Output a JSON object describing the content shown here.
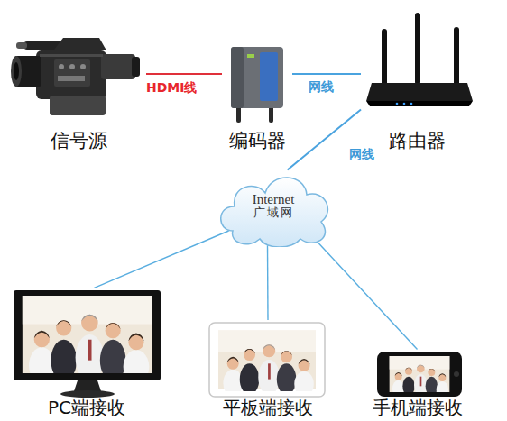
{
  "diagram": {
    "nodes": [
      {
        "text": [
          "信号源"
        ]
      },
      {
        "text": [
          "编码器"
        ]
      },
      {
        "text": [
          "路由器"
        ]
      },
      {
        "text": [
          "Internet",
          "广域网"
        ]
      },
      {
        "text": [
          "PC端接收"
        ]
      },
      {
        "text": [
          "平板端接收"
        ]
      },
      {
        "text": [
          "手机端接收"
        ]
      }
    ],
    "edges": [
      {
        "from": 0,
        "to": 1,
        "arrow": "none",
        "label": "HDMI线"
      },
      {
        "from": 1,
        "to": 2,
        "arrow": "none",
        "label": "网线"
      },
      {
        "from": 2,
        "to": 3,
        "arrow": "none",
        "label": "网线"
      },
      {
        "from": 3,
        "to": 4,
        "arrow": "none"
      },
      {
        "from": 3,
        "to": 5,
        "arrow": "none"
      },
      {
        "from": 3,
        "to": 6,
        "arrow": "none"
      }
    ]
  }
}
